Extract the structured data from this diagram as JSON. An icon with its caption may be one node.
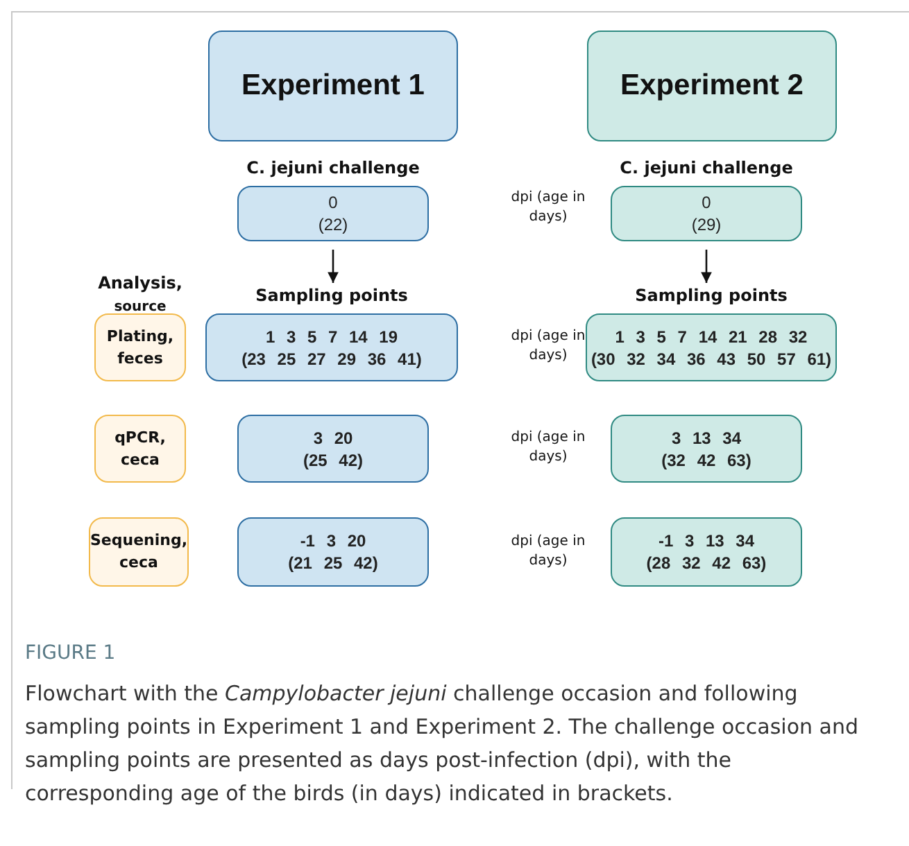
{
  "diagram": {
    "caption": "Flowchart with the *Campylobacter jejuni* challenge occasion and following sampling points in Experiment 1 and Experiment 2. The challenge occasion and sampling points are presented as days post-infection (dpi), with the corresponding age of the birds (in days) indicated in brackets.",
    "nodes": [
      {
        "text": [
          "Experiment 1"
        ]
      },
      {
        "text": [
          "Experiment 2"
        ]
      },
      {
        "text": [
          "C. jejuni challenge",
          "0",
          "(22)"
        ]
      },
      {
        "text": [
          "C. jejuni challenge",
          "0",
          "(29)"
        ]
      },
      {
        "text": [
          "Plating, feces"
        ]
      },
      {
        "text": [
          "Sampling points",
          "1 3 5 7 14 19",
          "(23 25 27 29 36 41)"
        ]
      },
      {
        "text": [
          "Sampling points",
          "1 3 5 7 14 21 28 32",
          "(30 32 34 36 43 50 57 61)"
        ]
      },
      {
        "text": [
          "qPCR, ceca"
        ]
      },
      {
        "text": [
          "3 20",
          "(25 42)"
        ]
      },
      {
        "text": [
          "3 13 34",
          "(32 42 63)"
        ]
      },
      {
        "text": [
          "Sequening, ceca"
        ]
      },
      {
        "text": [
          "-1 3 20",
          "(21 25 42)"
        ]
      },
      {
        "text": [
          "-1 3 13 34",
          "(28 32 42 63)"
        ]
      }
    ],
    "edges": [
      {
        "from": 2,
        "to": 5,
        "arrow": "to"
      },
      {
        "from": 3,
        "to": 6,
        "arrow": "to"
      }
    ],
    "labels": [
      "dpi (age in days)",
      "Analysis,",
      "source",
      "dpi (age in days)",
      "dpi (age in days)",
      "dpi (age in days)",
      "FIGURE 1"
    ]
  }
}
